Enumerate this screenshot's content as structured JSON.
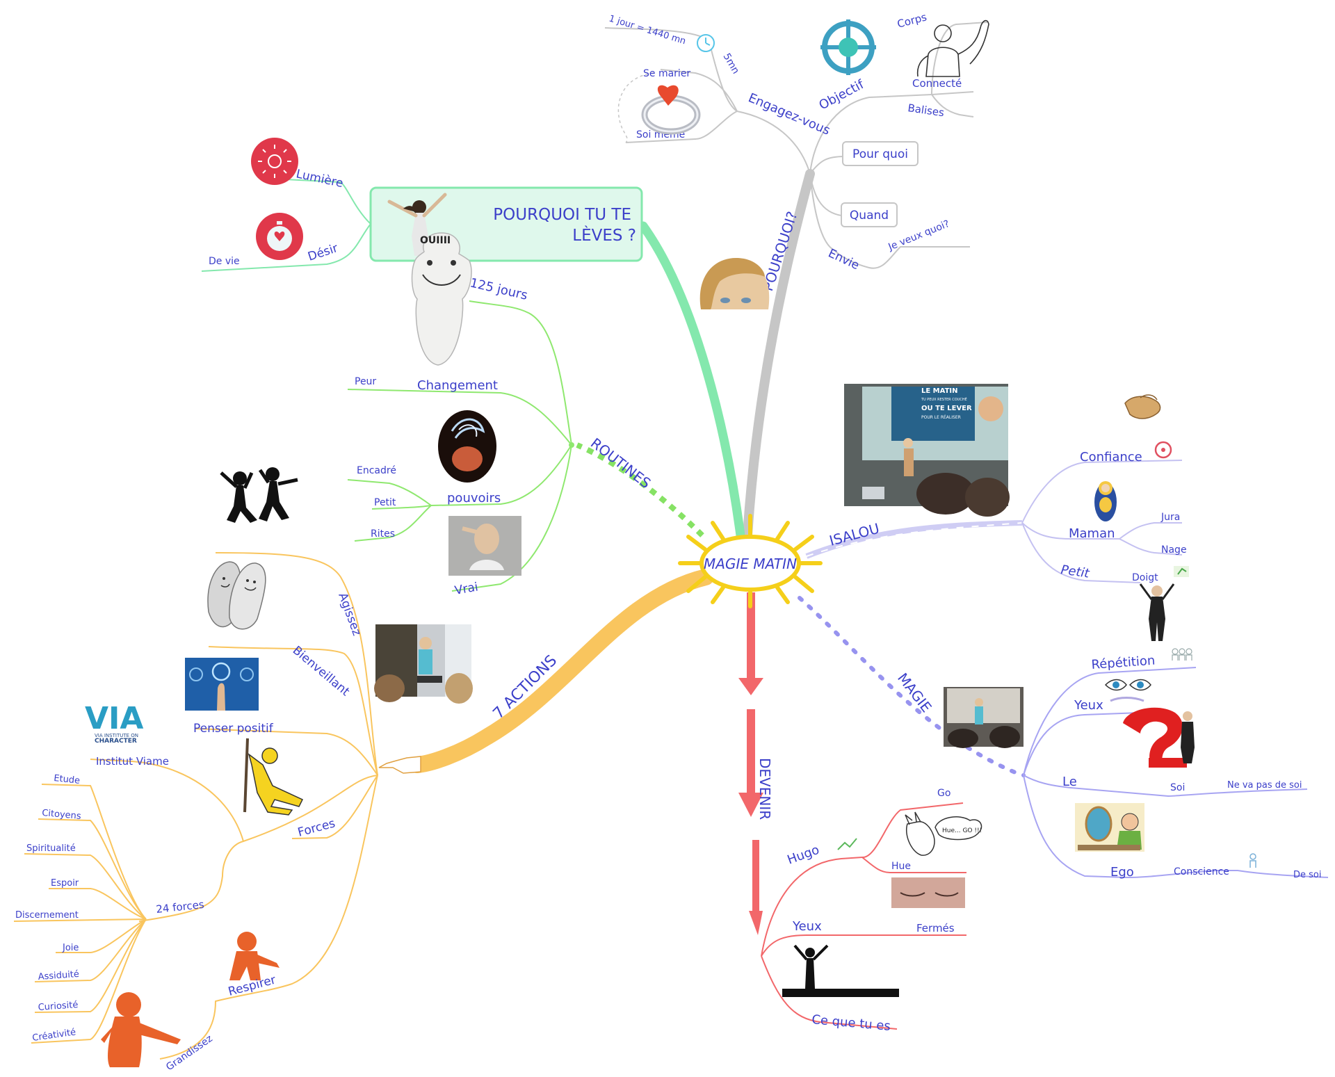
{
  "central": {
    "label": "MAGIE MATIN"
  },
  "colors": {
    "text": "#3b3fc9",
    "pourquoi": "#bdbdbd",
    "pourquoi_tu_te_leves": "#7fe6a7",
    "routines": "#8fe86f",
    "actions": "#f8c35a",
    "devenir": "#f2676a",
    "isalou": "#c8c7f2",
    "magie": "#9c98f0",
    "sun": "#f5cf1a"
  },
  "branches": {
    "pourquoi": {
      "label": "POURQUOI?",
      "engagez": {
        "label": "Engagez-vous",
        "one_day": "1 jour = 1440 mn",
        "five_min": "5mn",
        "se_marier": "Se marier",
        "soi_meme": "Soi même"
      },
      "objectif": {
        "label": "Objectif",
        "corps": "Corps",
        "connecte": "Connecté",
        "balises": "Balises"
      },
      "pour_quoi": "Pour quoi",
      "quand": "Quand",
      "envie": {
        "label": "Envie",
        "je_veux": "Je veux quoi?"
      }
    },
    "pourquoi_tu_te_leves": {
      "line1": "POURQUOI TU TE",
      "line2": "LÈVES ?",
      "lumiere": "Lumière",
      "desir": "Désir",
      "de_vie": "De vie"
    },
    "routines": {
      "label": "ROUTINES",
      "jours": "125 jours",
      "changement": "Changement",
      "peur": "Peur",
      "pouvoirs": "pouvoirs",
      "encadre": "Encadré",
      "petit": "Petit",
      "rites": "Rites",
      "vrai": "Vrai"
    },
    "actions": {
      "label": "7 ACTIONS",
      "agissez": "Agissez",
      "bienveillant": "Bienveillant",
      "penser_positif": "Penser positif",
      "forces": "Forces",
      "institut": "Institut Viame",
      "vingt_quatre": "24 forces",
      "items": [
        "Etude",
        "Citoyens",
        "Spiritualité",
        "Espoir",
        "Discernement",
        "Joie",
        "Assiduité",
        "Curiosité",
        "Créativité"
      ],
      "respirer": "Respirer",
      "grandissez": "Grandissez",
      "via_logo": "VIA",
      "via_sub1": "VIA INSTITUTE ON",
      "via_sub2": "CHARACTER"
    },
    "devenir": {
      "label": "DEVENIR",
      "hugo": "Hugo",
      "go": "Go",
      "hue": "Hue",
      "yeux": "Yeux",
      "fermes": "Fermés",
      "ce_que": "Ce que tu es",
      "bubble": "Hue... GO !!!"
    },
    "isalou": {
      "label": "ISALOU",
      "confiance": "Confiance",
      "maman": "Maman",
      "jura": "Jura",
      "nage": "Nage",
      "petit": "Petit",
      "doigt": "Doigt",
      "slide_line1": "LE MATIN",
      "slide_line2": "TU PEUX RESTER COUCHÉ",
      "slide_line3": "OU TE LEVER",
      "slide_line4": "POUR LE RÉALISER"
    },
    "magie": {
      "label": "MAGIE",
      "repetition": "Répétition",
      "yeux": "Yeux",
      "le": "Le",
      "soi": "Soi",
      "ne_va_pas": "Ne va pas de soi",
      "ego": "Ego",
      "conscience": "Conscience",
      "de_soi": "De soi"
    },
    "ouiii": "OUIIII"
  }
}
